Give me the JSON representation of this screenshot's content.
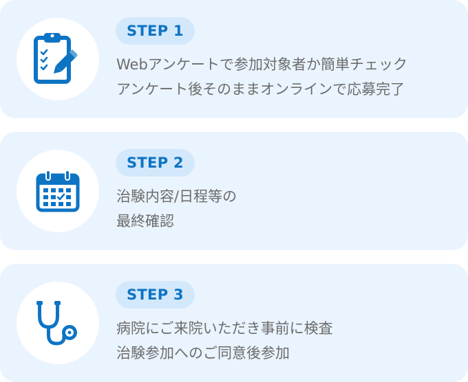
{
  "accent_color": "#0d74c4",
  "card_color": "#eaf4fe",
  "badge_color": "#d3e8fb",
  "text_color": "#6c6c6c",
  "steps": [
    {
      "label": "STEP 1",
      "icon": "clipboard-checklist-icon",
      "lines": [
        "Webアンケートで参加対象者か簡単チェック",
        "アンケート後そのままオンラインで応募完了"
      ]
    },
    {
      "label": "STEP 2",
      "icon": "calendar-icon",
      "lines": [
        "治験内容/日程等の",
        "最終確認"
      ]
    },
    {
      "label": "STEP 3",
      "icon": "stethoscope-icon",
      "lines": [
        "病院にご来院いただき事前に検査",
        "治験参加へのご同意後参加"
      ]
    }
  ]
}
